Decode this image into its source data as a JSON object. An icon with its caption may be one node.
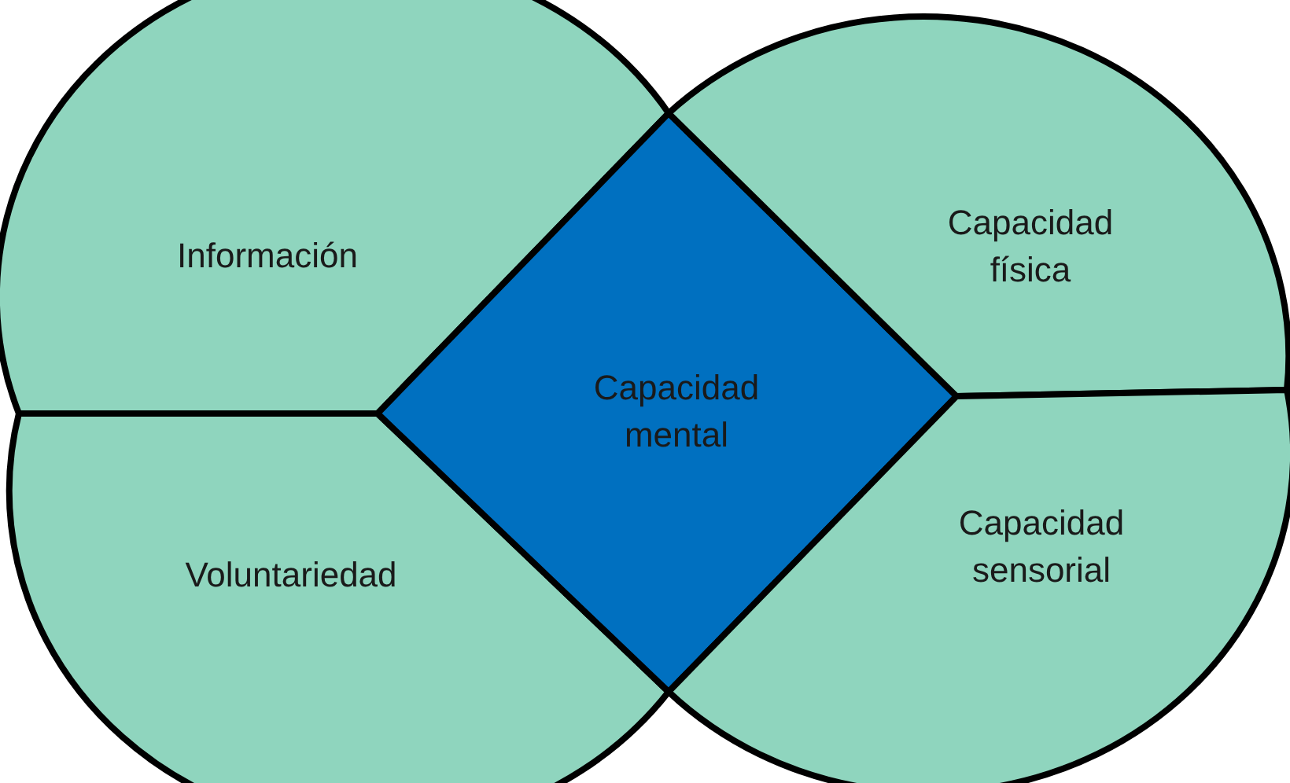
{
  "diagram": {
    "nodes": [
      {
        "text": [
          "Información"
        ]
      },
      {
        "text": [
          "Voluntariedad"
        ]
      },
      {
        "text": [
          "Capacidad mental"
        ]
      },
      {
        "text": [
          "Capacidad física"
        ]
      },
      {
        "text": [
          "Capacidad sensorial"
        ]
      }
    ]
  }
}
